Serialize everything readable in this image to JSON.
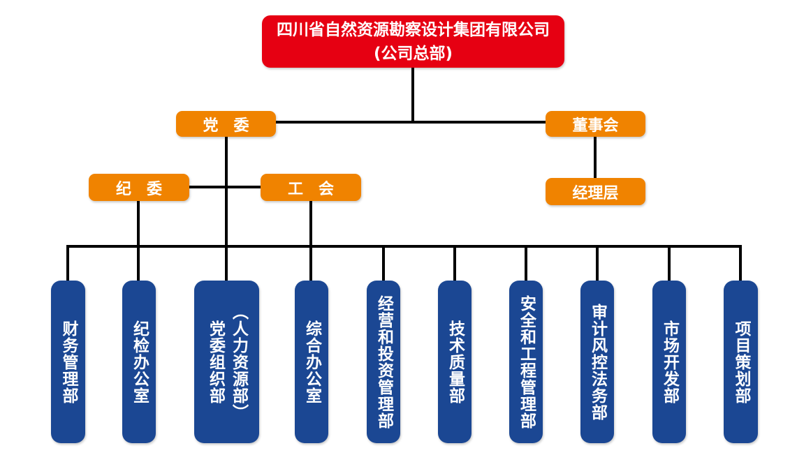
{
  "chart_type": "org-chart",
  "colors": {
    "headquarters_box": "#E60012",
    "governance_box": "#F08300",
    "department_box": "#1B4793",
    "connector": "#000000",
    "text": "#FFFFFF",
    "background": "#FFFFFF"
  },
  "headquarters": {
    "line1": "四川省自然资源勘察设计集团有限公司",
    "line2": "(公司总部)"
  },
  "governance": {
    "party_committee": "党　委",
    "board_of_directors": "董事会",
    "discipline_committee": "纪　委",
    "labor_union": "工　会",
    "management_team": "经理层"
  },
  "departments": [
    {
      "columns": [
        "财务管理部"
      ]
    },
    {
      "columns": [
        "纪检办公室"
      ]
    },
    {
      "columns": [
        "党委组织部",
        "（人力资源部）"
      ]
    },
    {
      "columns": [
        "综合办公室"
      ]
    },
    {
      "columns": [
        "经营和投资管理部"
      ]
    },
    {
      "columns": [
        "技术质量部"
      ]
    },
    {
      "columns": [
        "安全和工程管理部"
      ]
    },
    {
      "columns": [
        "审计风控法务部"
      ]
    },
    {
      "columns": [
        "市场开发部"
      ]
    },
    {
      "columns": [
        "项目策划部"
      ]
    }
  ],
  "hierarchy_note": {
    "headquarters_children": [
      "党委",
      "董事会"
    ],
    "party_committee_children": [
      "纪委",
      "工会",
      "departments"
    ],
    "board_children": [
      "经理层"
    ]
  }
}
